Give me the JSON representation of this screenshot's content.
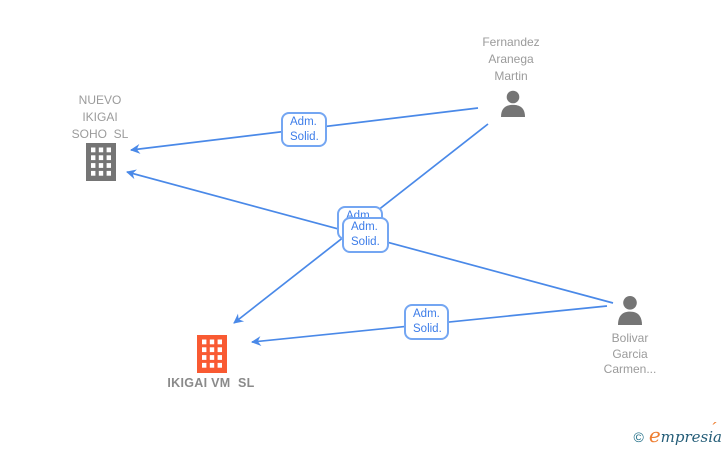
{
  "canvas": {
    "background": "#ffffff"
  },
  "colors": {
    "edge_blue": "#4a89e8",
    "edge_label_blue": "#3d7de9",
    "node_gray": "#757575",
    "label_gray": "#9b9b9b",
    "focus_orange": "#f95a32",
    "logo_teal": "#245d78",
    "logo_orange": "#ee7e31"
  },
  "nodes": [
    {
      "id": "nuevo-ikigai-soho",
      "type": "company",
      "label": "NUEVO\nIKIGAI\nSOHO  SL",
      "highlighted": false
    },
    {
      "id": "fernandez-aranega-martin",
      "type": "person",
      "label": "Fernandez\nAranega\nMartin",
      "highlighted": false
    },
    {
      "id": "ikigai-vm",
      "type": "company",
      "label": "IKIGAI VM  SL",
      "highlighted": true
    },
    {
      "id": "bolivar-garcia-carmen",
      "type": "person",
      "label": "Bolivar\nGarcia\nCarmen...",
      "highlighted": false
    }
  ],
  "edges": [
    {
      "from": "fernandez-aranega-martin",
      "to": "nuevo-ikigai-soho",
      "label": "Adm.\nSolid."
    },
    {
      "from": "bolivar-garcia-carmen",
      "to": "nuevo-ikigai-soho",
      "label": "Adm.\nSolid."
    },
    {
      "from": "fernandez-aranega-martin",
      "to": "ikigai-vm",
      "label": "Adm.\nSolid."
    },
    {
      "from": "bolivar-garcia-carmen",
      "to": "ikigai-vm",
      "label": "Adm.\nSolid."
    }
  ],
  "branding": {
    "copyright": "©",
    "logo_lead": "e",
    "logo_mid": "mpres",
    "logo_i": "i",
    "logo_accent": "´",
    "logo_tail": "a"
  }
}
